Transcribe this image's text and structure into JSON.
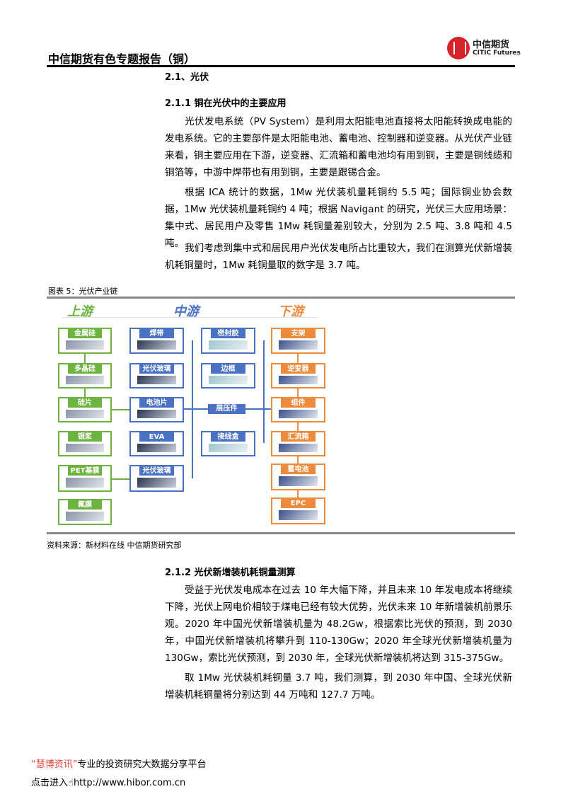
{
  "header": {
    "title": "中信期货有色专题报告（铜）",
    "logo_cn": "中信期货",
    "logo_en": "CITIC Futures"
  },
  "section": {
    "title": "2.1、光伏"
  },
  "s211": {
    "title": "2.1.1 铜在光伏中的主要应用",
    "paragraphs": [
      "光伏发电系统（PV System）是利用太阳能电池直接将太阳能转换成电能的发电系统。它的主要部件是太阳能电池、蓄电池、控制器和逆变器。从光伏产业链来看，铜主要应用在下游，逆变器、汇流箱和蓄电池均有用到铜，主要是铜线缆和铜箔等，中游中焊带也有用到铜，主要是跟锡合金。",
      "根据 ICA 统计的数据，1Mw 光伏装机量耗铜约 5.5 吨；国际铜业协会数据，1Mw 光伏装机量耗铜约 4 吨；根据 Navigant 的研究，光伏三大应用场景：集中式、居民用户及零售 1Mw 耗铜量差别较大，分别为 2.5 吨、3.8 吨和 4.5 吨。",
      "我们考虑到集中式和居民用户光伏发电所占比重较大，我们在测算光伏新增装机耗铜量时，1Mw 耗铜量取的数字是 3.7 吨。"
    ]
  },
  "figure": {
    "caption": "图表 5：光伏产业链",
    "source": "资料来源：新材料在线 中信期货研究部",
    "stages": [
      "上游",
      "中游",
      "下游"
    ],
    "upstream": [
      "金属硅",
      "多晶硅",
      "硅片",
      "银浆",
      "PET基膜",
      "氟膜"
    ],
    "midstream_a": [
      "焊带",
      "光伏玻璃",
      "电池片",
      "EVA",
      "光伏玻璃"
    ],
    "midstream_b": [
      "密封胶",
      "边框",
      "接线盒"
    ],
    "laminate": "层压件",
    "downstream": [
      "支架",
      "逆变器",
      "组件",
      "汇流箱",
      "蓄电池",
      "EPC"
    ],
    "colors": {
      "upstream": "#6db33f",
      "midstream": "#4a72c4",
      "downstream": "#ee8a3c"
    }
  },
  "s212": {
    "title": "2.1.2 光伏新增装机耗铜量测算",
    "paragraphs": [
      "受益于光伏发电成本在过去 10 年大幅下降，并且未来 10 年发电成本将继续下降，光伏上网电价相较于煤电已经有较大优势，光伏未来 10 年新增装机前景乐观。2020 年中国光伏新增装机量为 48.2Gw，根据索比光伏的预测，到 2030 年，中国光伏新增装机将攀升到 110-130Gw；2020 年全球光伏新增装机量为 130Gw，索比光伏预测，到 2030 年，全球光伏新增装机将达到 315-375Gw。",
      "取 1Mw 光伏装机耗铜量 3.7 吨，我们测算，到 2030 年中国、全球光伏新增装机耗铜量将分别达到 44 万吨和 127.7 万吨。"
    ]
  },
  "footer": {
    "brand": "“慧博资讯”",
    "slogan": "专业的投资研究大数据分享平台",
    "enter": "点击进入",
    "url": "http://www.hibor.com.cn"
  }
}
